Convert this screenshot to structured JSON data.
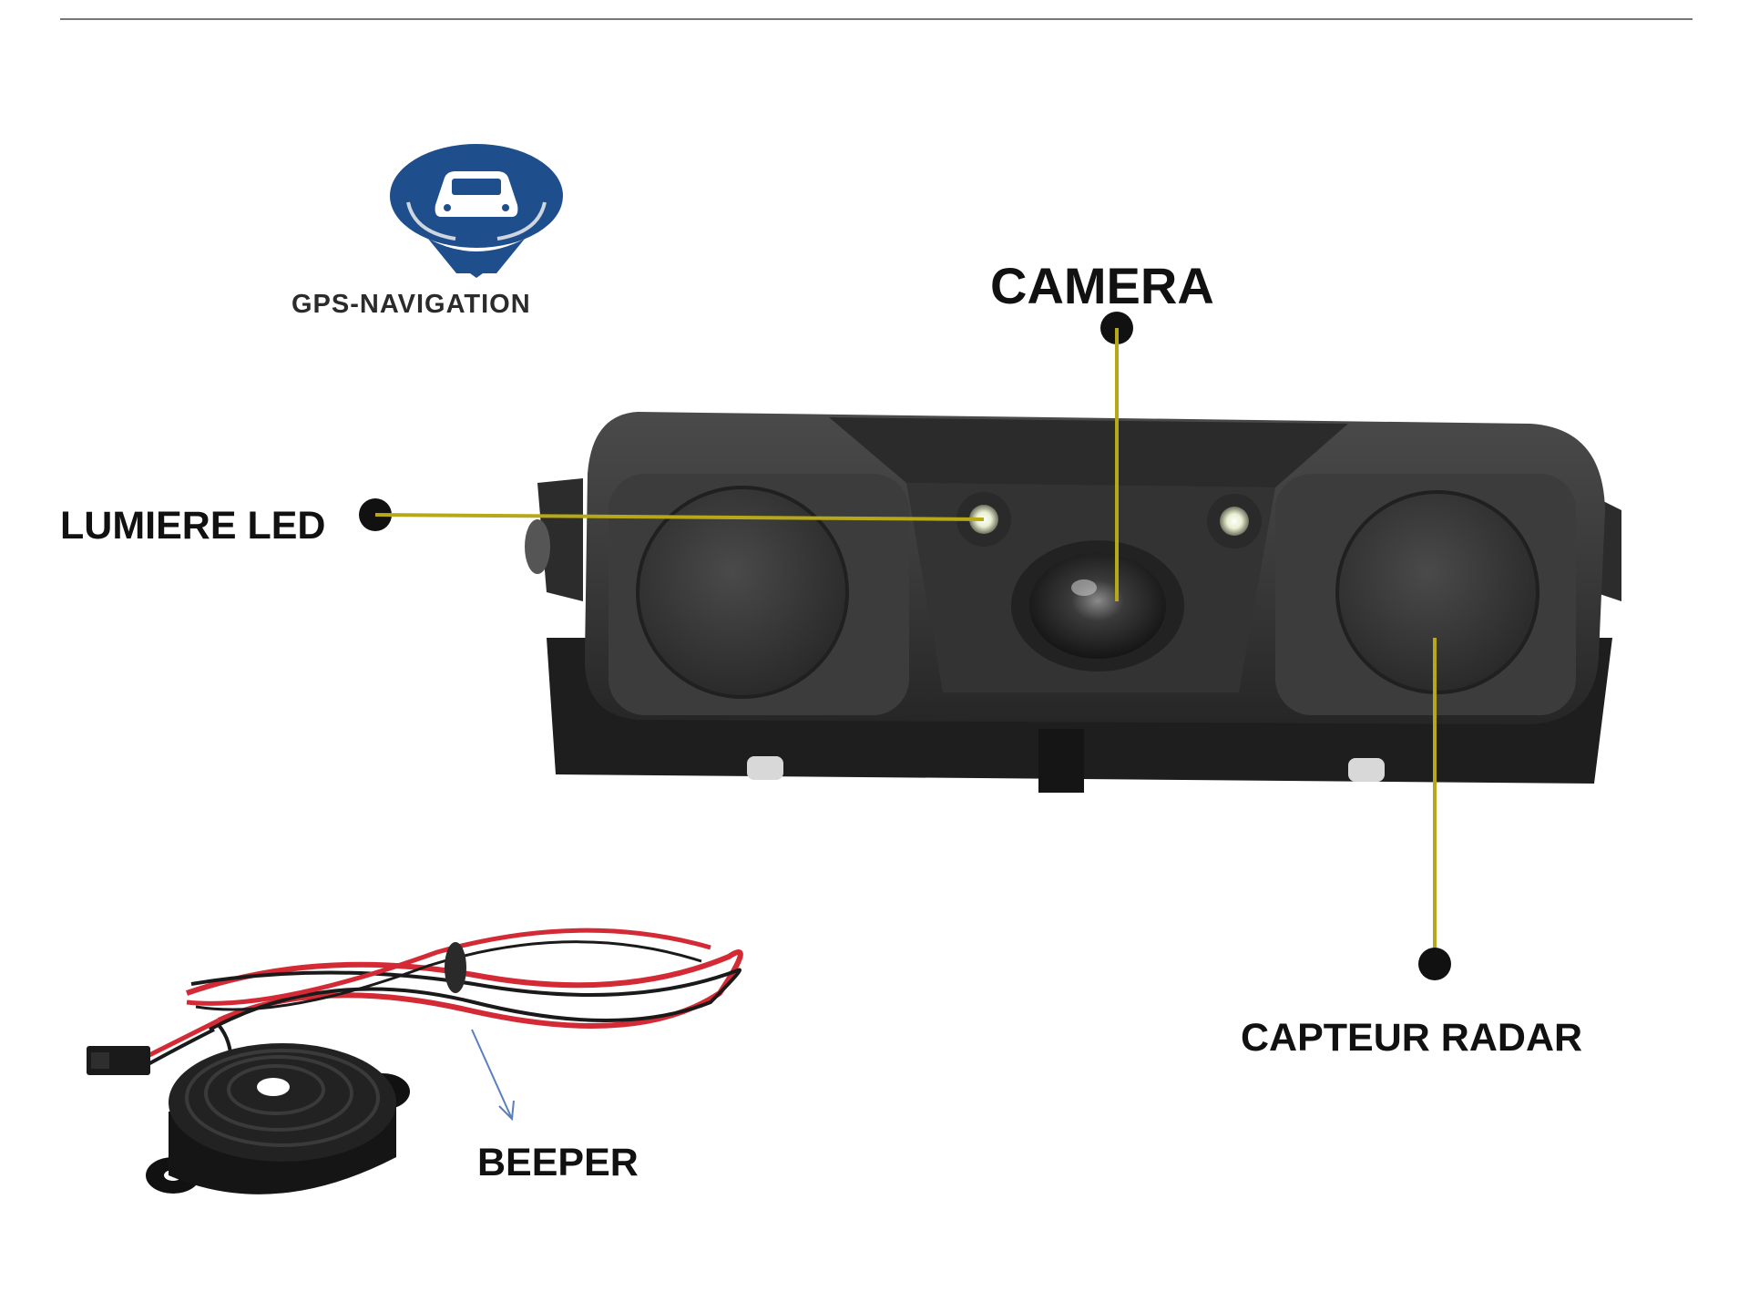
{
  "logo": {
    "text": "GPS-NAVIGATION",
    "color": "#1f4e8c"
  },
  "callouts": {
    "camera": "CAMERA",
    "led": "LUMIERE LED",
    "radar": "CAPTEUR RADAR",
    "beeper": "BEEPER"
  },
  "colors": {
    "leader_line": "#b7a81a",
    "camera_body": "#3a3a3a",
    "wire_red": "#d42a35",
    "wire_black": "#1a1a1a",
    "arrow": "#5a7fbf"
  }
}
